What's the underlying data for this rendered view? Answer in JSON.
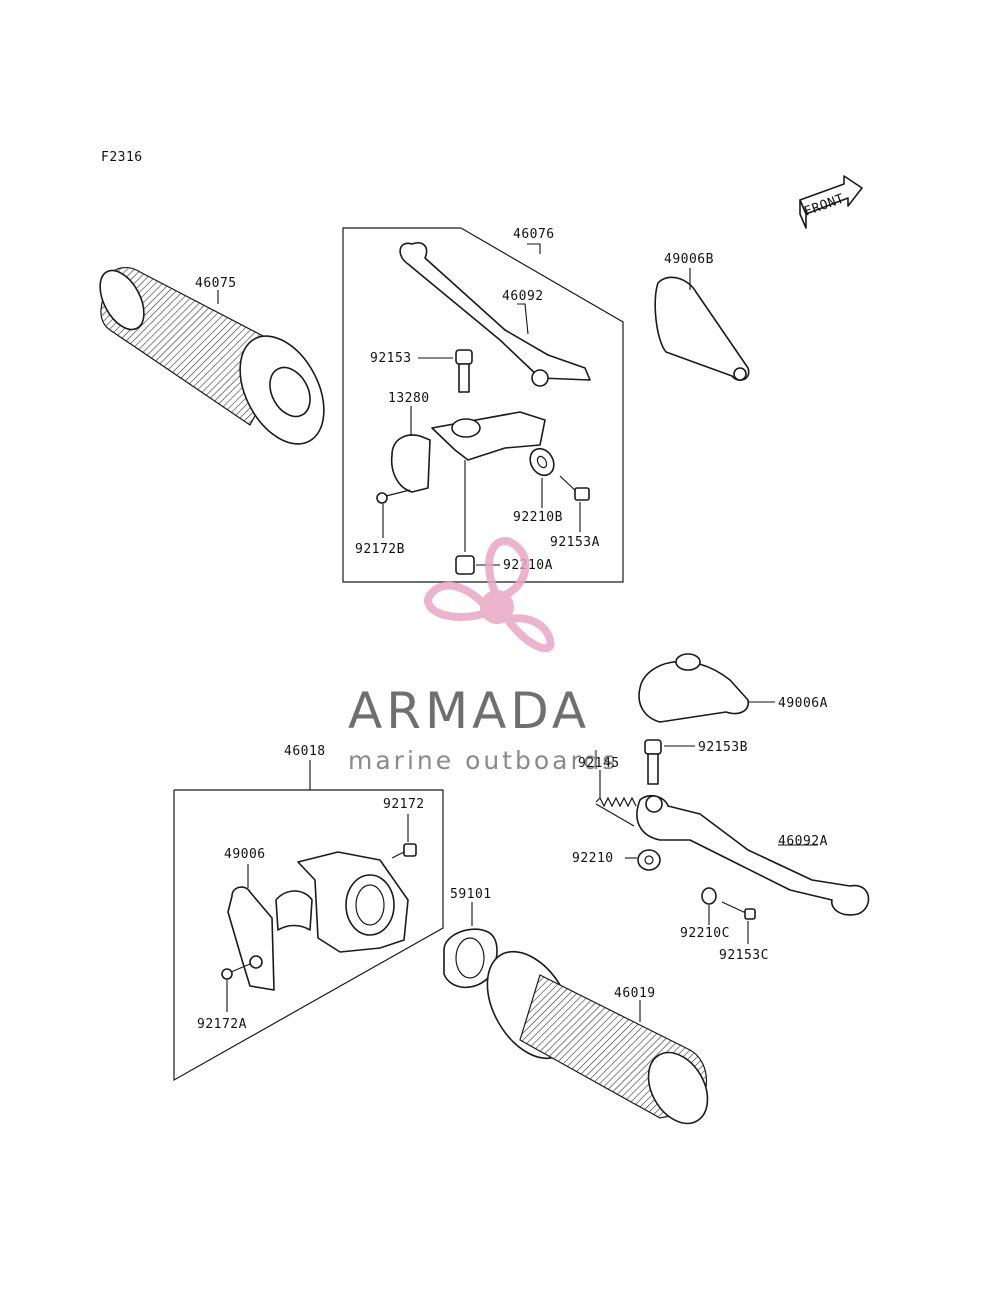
{
  "figure_code": "F2316",
  "front_indicator": "FRONT",
  "watermark": {
    "brand": "ARMADA",
    "tagline": "marine outboards",
    "logo": "propeller-logo",
    "color": "#e8a6c4"
  },
  "group_labels": {
    "upper_bracket": "46076",
    "lower_bracket": "46018"
  },
  "parts": {
    "46075": "46075",
    "46092": "46092",
    "49006B": "49006B",
    "92153": "92153",
    "13280": "13280",
    "92210B": "92210B",
    "92153A": "92153A",
    "92172B": "92172B",
    "92210A": "92210A",
    "49006A": "49006A",
    "92153B": "92153B",
    "92145": "92145",
    "92172": "92172",
    "49006": "49006",
    "92210": "92210",
    "46092A": "46092A",
    "59101": "59101",
    "92210C": "92210C",
    "92153C": "92153C",
    "46019": "46019",
    "92172A": "92172A"
  }
}
